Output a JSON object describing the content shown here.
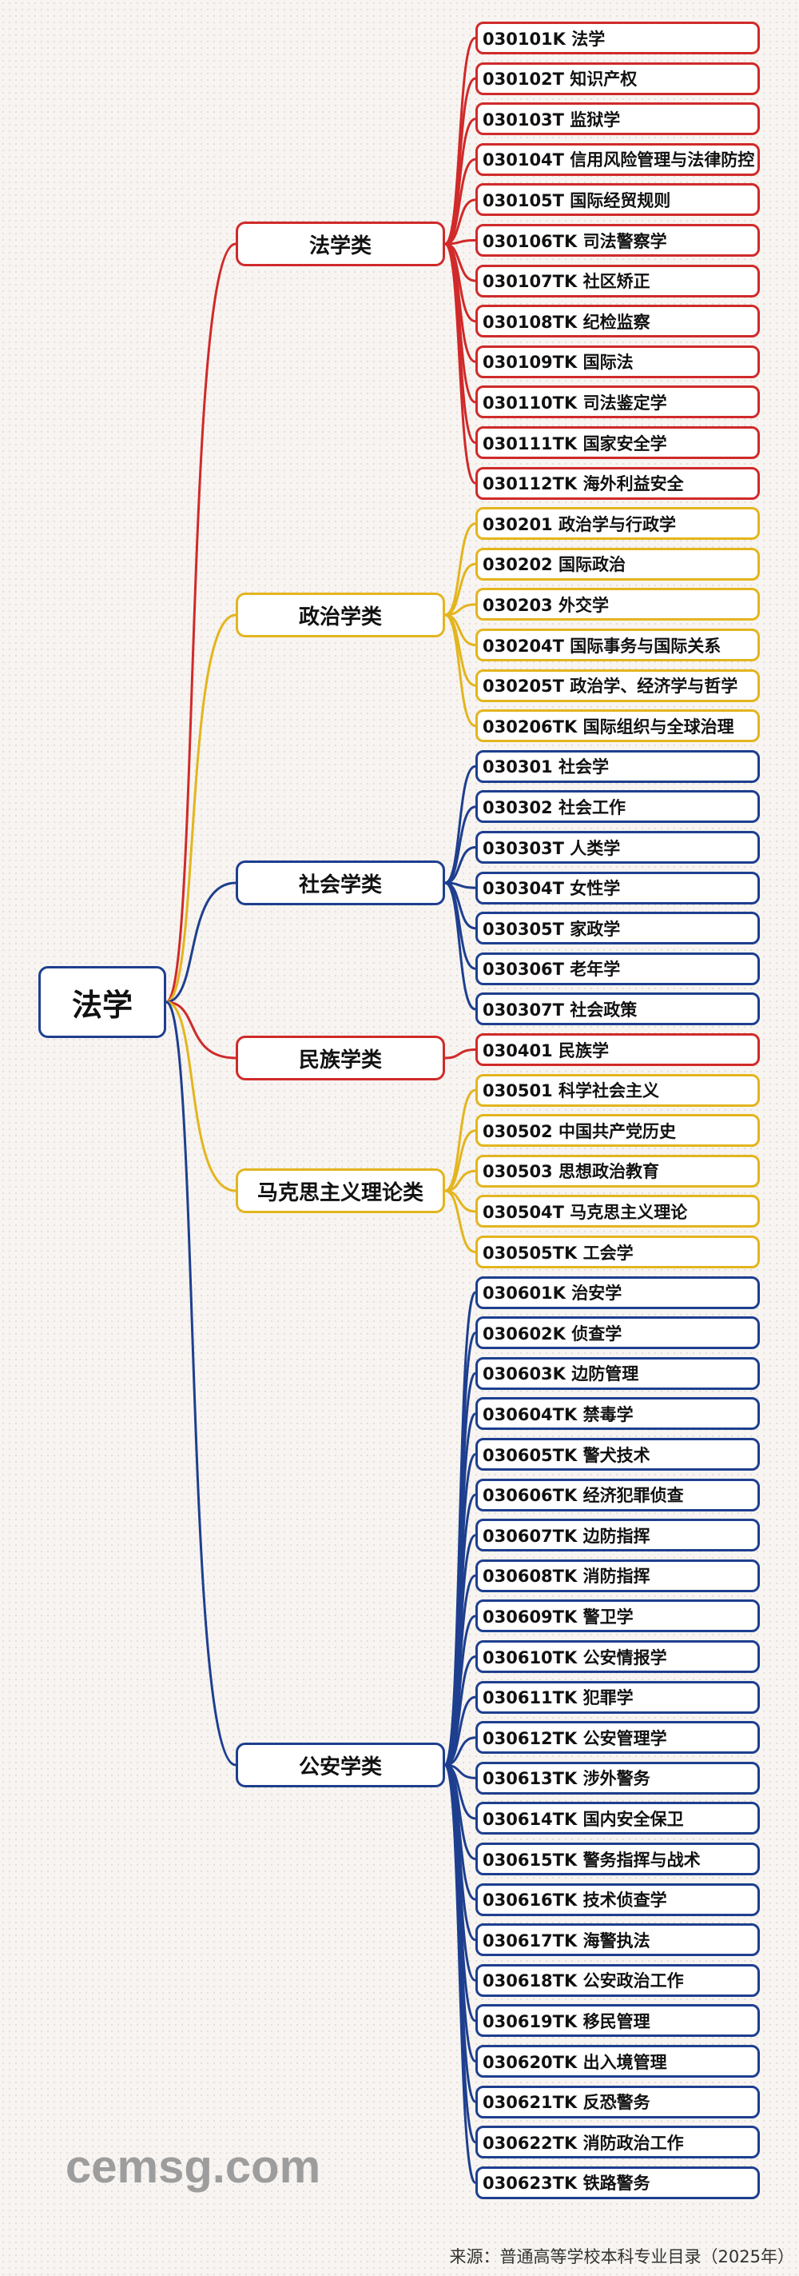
{
  "root": {
    "label": "法学"
  },
  "categories": [
    {
      "label": "法学类",
      "color": "#d02a2a",
      "items": [
        "030101K 法学",
        "030102T 知识产权",
        "030103T 监狱学",
        "030104T 信用风险管理与法律防控",
        "030105T 国际经贸规则",
        "030106TK 司法警察学",
        "030107TK 社区矫正",
        "030108TK 纪检监察",
        "030109TK 国际法",
        "030110TK 司法鉴定学",
        "030111TK 国家安全学",
        "030112TK 海外利益安全"
      ]
    },
    {
      "label": "政治学类",
      "color": "#e3b51e",
      "items": [
        "030201 政治学与行政学",
        "030202 国际政治",
        "030203 外交学",
        "030204T 国际事务与国际关系",
        "030205T 政治学、经济学与哲学",
        "030206TK 国际组织与全球治理"
      ]
    },
    {
      "label": "社会学类",
      "color": "#1e3f8f",
      "items": [
        "030301 社会学",
        "030302 社会工作",
        "030303T 人类学",
        "030304T 女性学",
        "030305T 家政学",
        "030306T 老年学",
        "030307T 社会政策"
      ]
    },
    {
      "label": "民族学类",
      "color": "#d02a2a",
      "items": [
        "030401 民族学"
      ]
    },
    {
      "label": "马克思主义理论类",
      "color": "#e3b51e",
      "items": [
        "030501 科学社会主义",
        "030502 中国共产党历史",
        "030503 思想政治教育",
        "030504T 马克思主义理论",
        "030505TK 工会学"
      ]
    },
    {
      "label": "公安学类",
      "color": "#1e3f8f",
      "items": [
        "030601K 治安学",
        "030602K 侦查学",
        "030603K 边防管理",
        "030604TK 禁毒学",
        "030605TK 警犬技术",
        "030606TK 经济犯罪侦查",
        "030607TK 边防指挥",
        "030608TK 消防指挥",
        "030609TK 警卫学",
        "030610TK 公安情报学",
        "030611TK 犯罪学",
        "030612TK 公安管理学",
        "030613TK 涉外警务",
        "030614TK 国内安全保卫",
        "030615TK 警务指挥与战术",
        "030616TK 技术侦查学",
        "030617TK 海警执法",
        "030618TK 公安政治工作",
        "030619TK 移民管理",
        "030620TK 出入境管理",
        "030621TK 反恐警务",
        "030622TK 消防政治工作",
        "030623TK 铁路警务"
      ]
    }
  ],
  "watermark": "cemsg.com",
  "source": "来源：普通高等学校本科专业目录（2025年）"
}
